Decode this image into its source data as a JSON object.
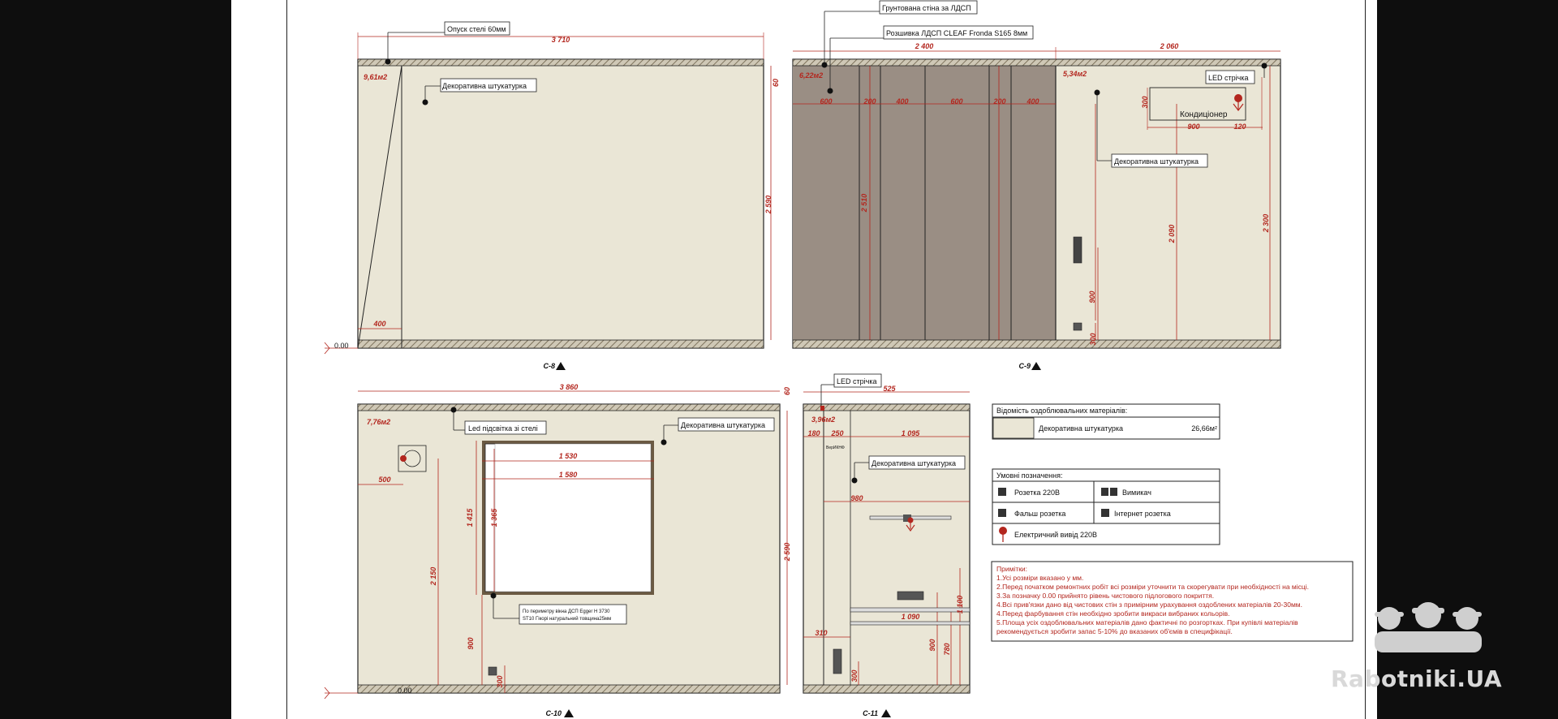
{
  "elevations": {
    "c8": {
      "label": "С-8",
      "dim_width": "3 710",
      "dim_height": "2 590",
      "dim_60": "60",
      "dim_400": "400",
      "area": "9,61м2",
      "level": "0.00",
      "callout_ceiling": "Опуск стелі 60мм",
      "callout_plaster": "Декоративна штукатурка"
    },
    "c9": {
      "label": "С-9",
      "dim_left": "2 400",
      "dim_right": "2 060",
      "area_left": "6,22м2",
      "area_right": "5,34м2",
      "panels": [
        "600",
        "200",
        "400",
        "600",
        "200",
        "400"
      ],
      "dim_2510": "2 510",
      "dim_2090": "2 090",
      "dim_2300": "2 300",
      "dim_900": "900",
      "dim_300": "300",
      "dim_ac_w": "900",
      "dim_ac_r": "120",
      "dim_ac_h": "300",
      "callout_primed": "Грунтована стіна за ЛДСП",
      "callout_ldsp": "Розшивка ЛДСП CLEAF Fronda S165 8мм",
      "callout_led": "LED стрічка",
      "callout_ac": "Кондиціонер",
      "callout_plaster": "Декоративна штукатурка"
    },
    "c10": {
      "label": "С-10",
      "dim_width": "3 860",
      "dim_60": "60",
      "area": "7,76м2",
      "level": "0.00",
      "dim_500": "500",
      "dim_1530": "1 530",
      "dim_1580": "1 580",
      "dim_1415": "1 415",
      "dim_1365": "1 365",
      "dim_2150": "2 150",
      "dim_900": "900",
      "dim_300": "300",
      "dim_2590": "2 590",
      "callout_led": "Led підсвітка зі стелі",
      "callout_plaster": "Декоративна штукатурка",
      "callout_window_1": "По периметру вікна ДСП Egger H 3730",
      "callout_window_2": "ST10 Гікорі натуральний товщина25мм"
    },
    "c11": {
      "label": "С-11",
      "dim_525": "525",
      "area": "3,96м2",
      "dim_180": "180",
      "dim_250": "250",
      "dim_1095": "1 095",
      "dim_980": "980",
      "dim_1090": "1 090",
      "dim_310": "310",
      "dim_1100": "1 100",
      "dim_900": "900",
      "dim_780": "780",
      "dim_300": "300",
      "small_text": "ВерИКНФ",
      "callout_led": "LED стрічка",
      "callout_plaster": "Декоративна штукатурка"
    }
  },
  "materials": {
    "title": "Відомість оздоблювальних матеріалів:",
    "name": "Декоративна штукатурка",
    "qty": "26,66м²"
  },
  "legend": {
    "title": "Умовні позначення:",
    "socket": "Розетка 220В",
    "switch": "Вимикач",
    "fake_socket": "Фальш розетка",
    "internet": "Інтернет розетка",
    "outlet": "Електричний вивід 220В"
  },
  "notes": {
    "title": "Примітки:",
    "lines": [
      "1.Усі розміри вказано у мм.",
      "2.Перед початком ремонтних робіт всі розміри уточнити та скорегувати при необхідності на місці.",
      "3.За позначку 0.00 прийнято рівень чистового підлогового покриття.",
      "4.Всі прив'язки дано від чистових стін з примірним урахування оздоблених матеріалів 20-30мм.",
      "4.Перед фарбування стін необхідно зробити викраси вибраних кольорів.",
      "5.Площа усіх оздоблювальних матеріалів дано фактичні по розгортках. При купівлі матеріалів",
      "рекомендується зробити запас 5-10% до вказаних об'ємів в специфікації."
    ]
  },
  "watermark": "Rabotniki.UA",
  "colors": {
    "wall": "#eae6d6",
    "wood": "#9a8e84",
    "dim": "#b3261e",
    "ink": "#1b1b1b"
  }
}
